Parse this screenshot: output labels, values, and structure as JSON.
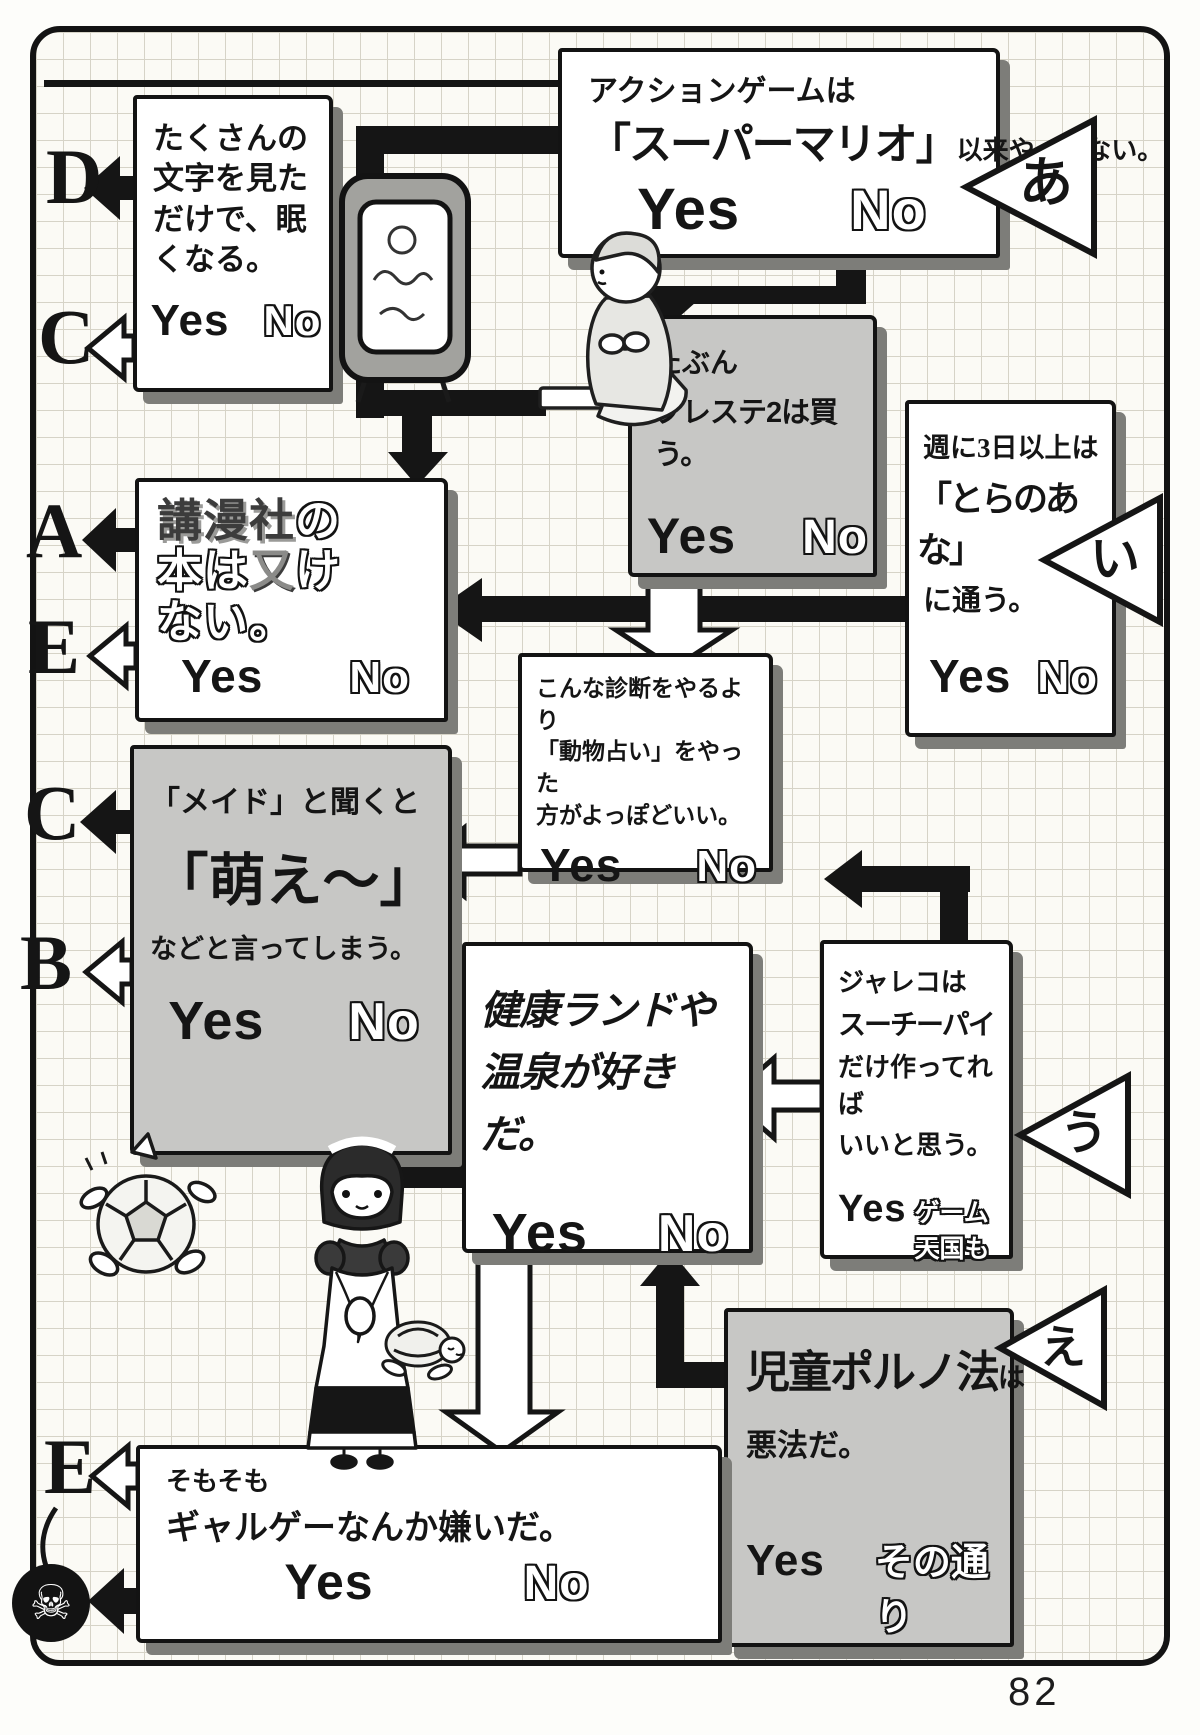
{
  "page": {
    "number": "82"
  },
  "icons": {
    "skull": "☠"
  },
  "start_markers": {
    "a": "あ",
    "i": "い",
    "u": "う",
    "e": "え"
  },
  "letters": {
    "d": "D",
    "c_top": "C",
    "a": "A",
    "e_mid": "E",
    "c_mid": "C",
    "b": "B",
    "e_bottom": "E"
  },
  "boxes": {
    "action_game": {
      "line1": "アクションゲームは",
      "line2_big": "「スーパーマリオ」",
      "line2_rest": "以来やってない。",
      "yes": "Yes",
      "no": "No"
    },
    "many_letters": {
      "line1": "たくさんの",
      "line2": "文字を見た",
      "line3": "だけで、眠",
      "line4": "くなる。",
      "yes": "Yes",
      "no": "No"
    },
    "playstation": {
      "line1": "たぶん",
      "line2": "プレステ2は買う。",
      "yes": "Yes",
      "no": "No"
    },
    "toranoana": {
      "line1": "週に3日以上は",
      "line2": "「とらのあな」",
      "line3": "に通う。",
      "yes": "Yes",
      "no": "No"
    },
    "komansha": {
      "part1": "講漫社",
      "part2": "の",
      "part3": "本は",
      "part4": "又",
      "part5": "け",
      "part6": "ない。",
      "yes": "Yes",
      "no": "No"
    },
    "shindan": {
      "line1": "こんな診断をやるより",
      "line2": "「動物占い」をやった",
      "line3": "方がよっぽどいい。",
      "yes": "Yes",
      "no": "No"
    },
    "maid_moe": {
      "line1": "「メイド」と聞くと",
      "line2": "「萌え〜」",
      "line3": "などと言ってしまう。",
      "yes": "Yes",
      "no": "No"
    },
    "kenko_land": {
      "line1": "健康ランドや",
      "line2": "温泉が好きだ。",
      "yes": "Yes",
      "no": "No"
    },
    "jaleco": {
      "line1": "ジャレコは",
      "line2": "スーチーパイ",
      "line3": "だけ作ってれば",
      "line4": "いいと思う。",
      "yes": "Yes",
      "alt": "ゲーム天国も"
    },
    "jidou_porno": {
      "line1_big": "児童ポルノ法",
      "line1_rest": "は",
      "line2": "悪法だ。",
      "yes": "Yes",
      "alt": "その通り"
    },
    "galge": {
      "line1": "そもそも",
      "line2": "ギャルゲーなんか嫌いだ。",
      "yes": "Yes",
      "no": "No"
    }
  }
}
